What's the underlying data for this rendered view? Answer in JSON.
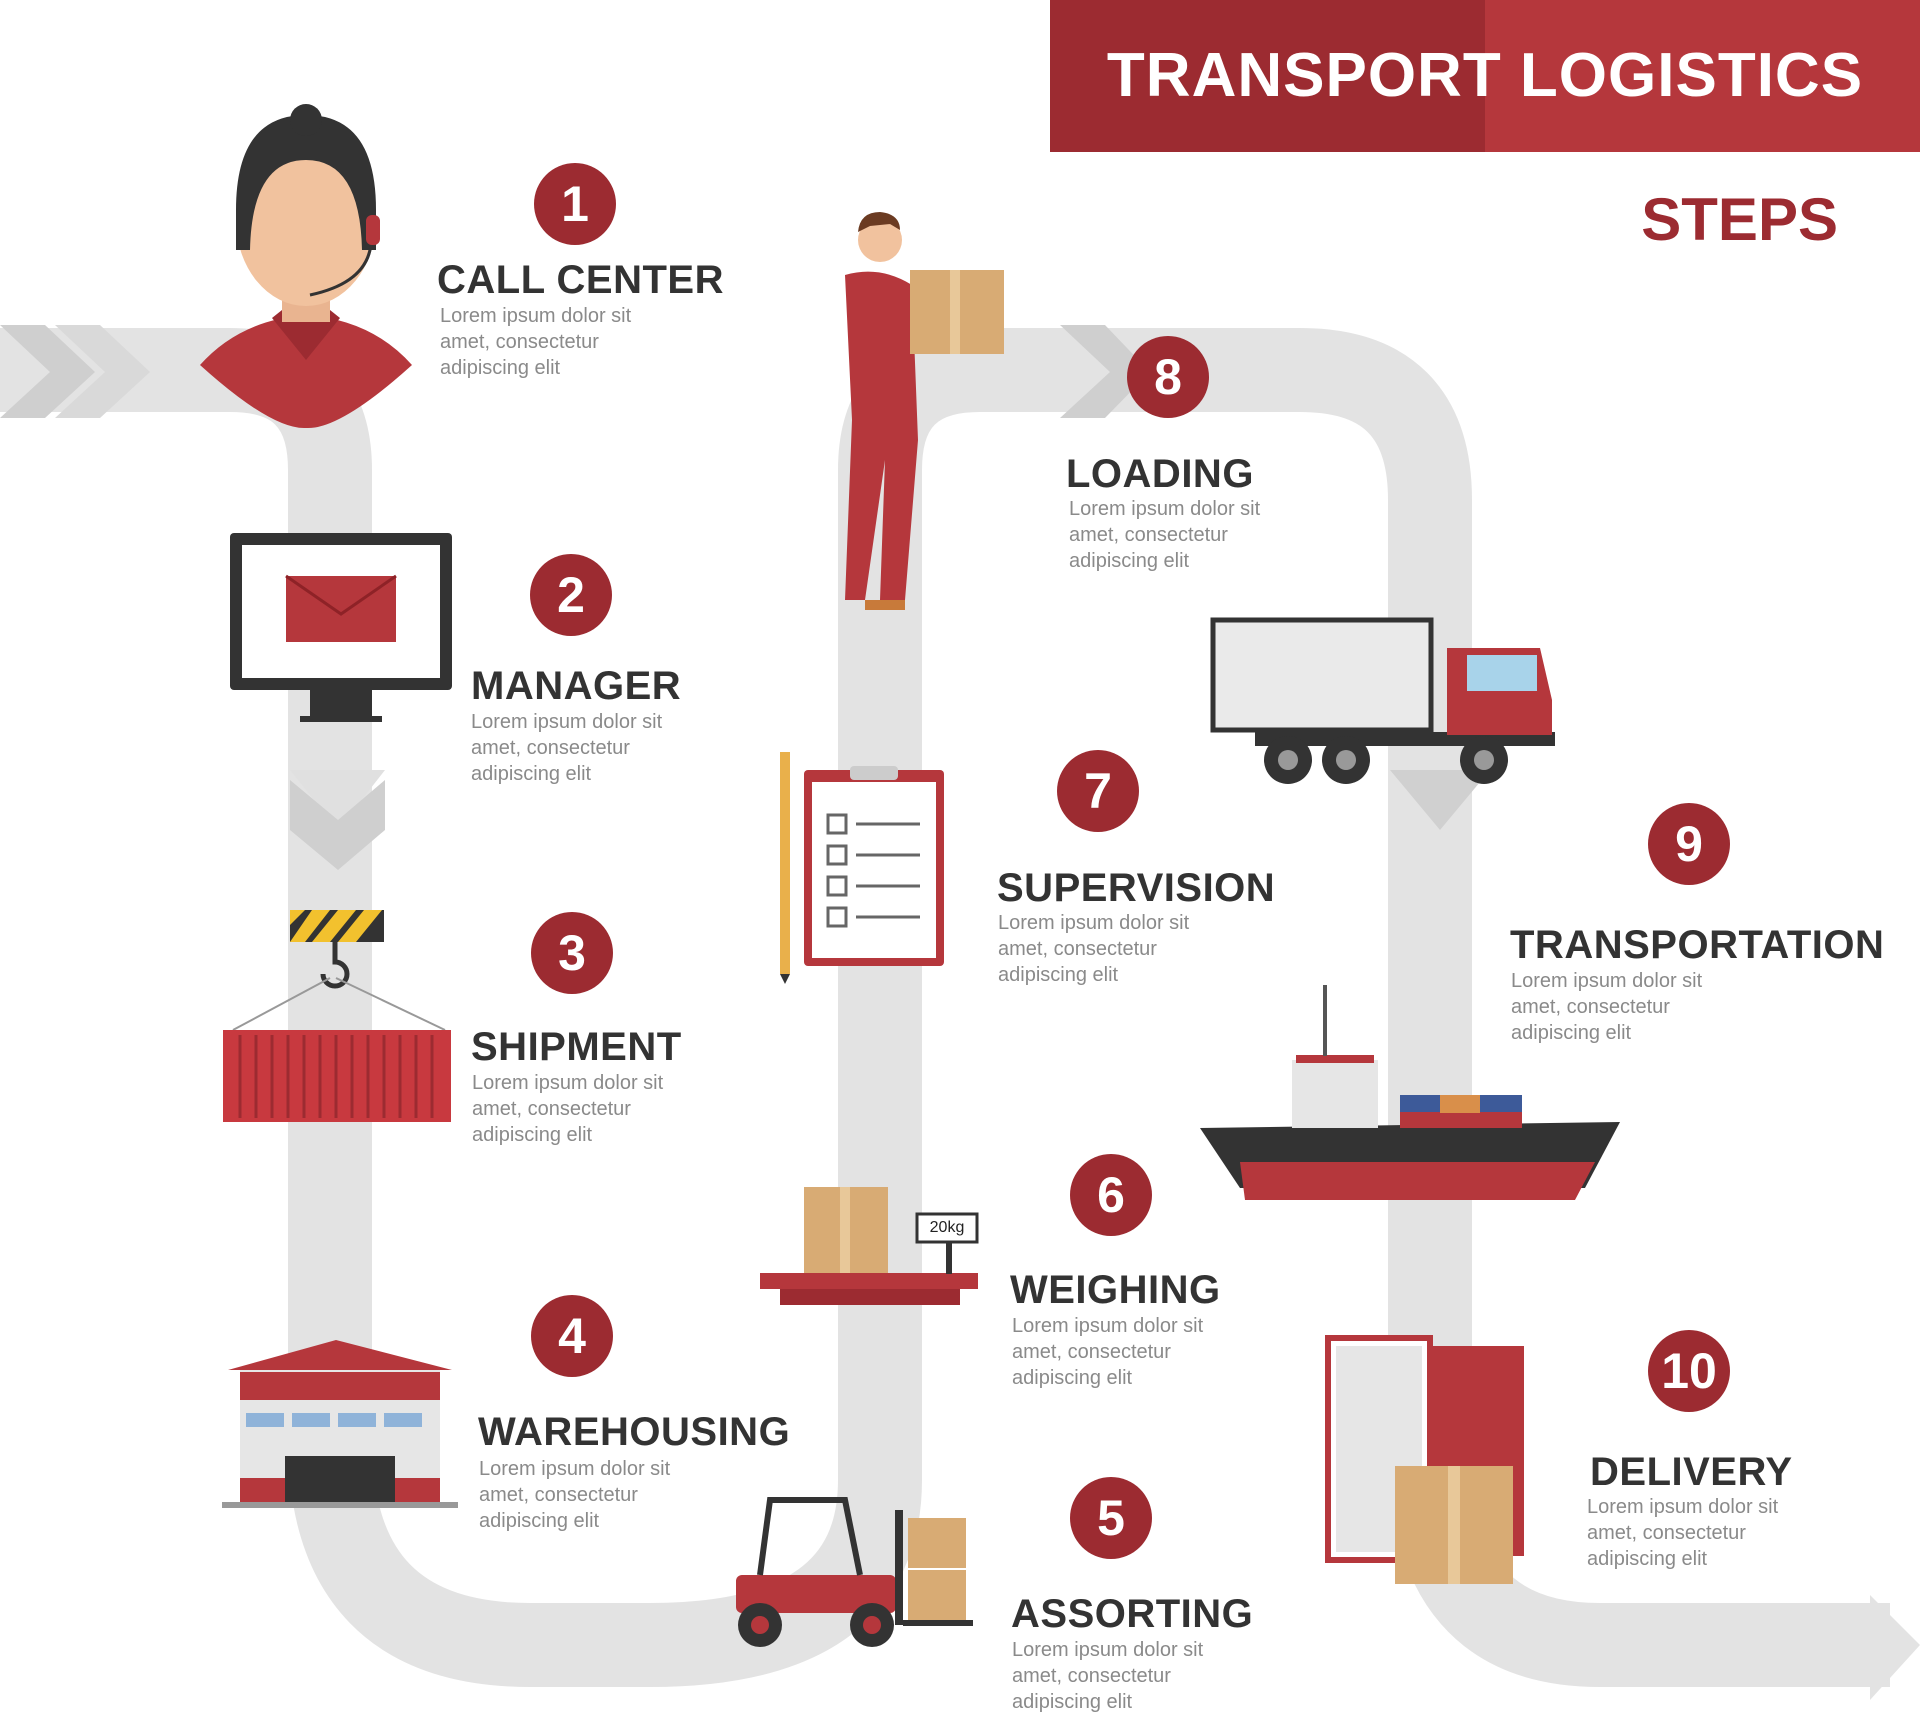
{
  "header": {
    "title": "TRANSPORT LOGISTICS",
    "subtitle": "STEPS"
  },
  "colors": {
    "accent": "#9c2b31",
    "accent_light": "#b5373c",
    "path": "#e3e3e3",
    "text": "#333333",
    "muted": "#8a8a8a"
  },
  "scale_label": "20kg",
  "steps": [
    {
      "number": "1",
      "title": "CALL CENTER",
      "desc": [
        "Lorem ipsum dolor sit",
        "amet, consectetur",
        "adipiscing elit"
      ],
      "icon": "call-center-operator-icon"
    },
    {
      "number": "2",
      "title": "MANAGER",
      "desc": [
        "Lorem ipsum dolor sit",
        "amet, consectetur",
        "adipiscing elit"
      ],
      "icon": "monitor-mail-icon"
    },
    {
      "number": "3",
      "title": "SHIPMENT",
      "desc": [
        "Lorem ipsum dolor sit",
        "amet, consectetur",
        "adipiscing elit"
      ],
      "icon": "crane-container-icon"
    },
    {
      "number": "4",
      "title": "WAREHOUSING",
      "desc": [
        "Lorem ipsum dolor sit",
        "amet, consectetur",
        "adipiscing elit"
      ],
      "icon": "warehouse-icon"
    },
    {
      "number": "5",
      "title": "ASSORTING",
      "desc": [
        "Lorem ipsum dolor sit",
        "amet, consectetur",
        "adipiscing elit"
      ],
      "icon": "forklift-icon"
    },
    {
      "number": "6",
      "title": "WEIGHING",
      "desc": [
        "Lorem ipsum dolor sit",
        "amet, consectetur",
        "adipiscing elit"
      ],
      "icon": "scale-icon"
    },
    {
      "number": "7",
      "title": "SUPERVISION",
      "desc": [
        "Lorem ipsum dolor sit",
        "amet, consectetur",
        "adipiscing elit"
      ],
      "icon": "clipboard-checklist-icon"
    },
    {
      "number": "8",
      "title": "LOADING",
      "desc": [
        "Lorem ipsum dolor sit",
        "amet, consectetur",
        "adipiscing elit"
      ],
      "icon": "worker-carrying-box-icon"
    },
    {
      "number": "9",
      "title": "TRANSPORTATION",
      "desc": [
        "Lorem ipsum dolor sit",
        "amet, consectetur",
        "adipiscing elit"
      ],
      "icon": "truck-and-ship-icon"
    },
    {
      "number": "10",
      "title": "DELIVERY",
      "desc": [
        "Lorem ipsum dolor sit",
        "amet, consectetur",
        "adipiscing elit"
      ],
      "icon": "door-package-icon"
    }
  ]
}
